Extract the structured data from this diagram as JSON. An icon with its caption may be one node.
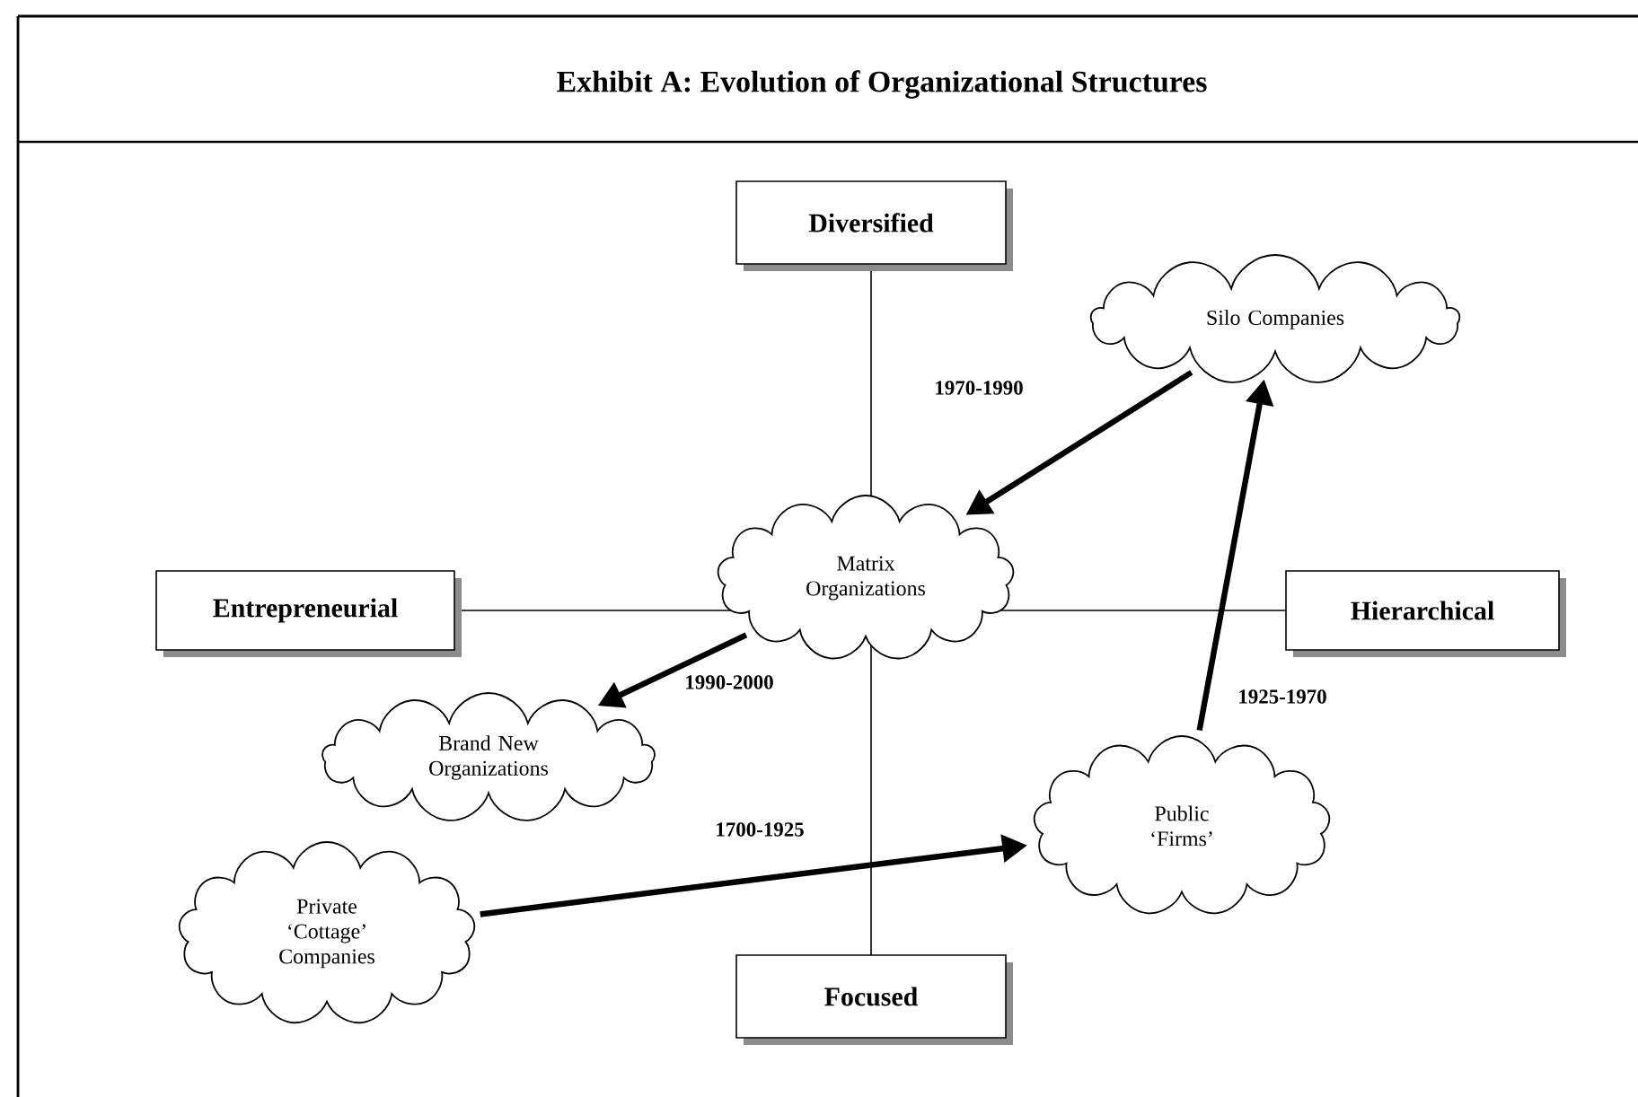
{
  "diagram": {
    "title": "Exhibit A:  Evolution of Organizational Structures",
    "nodes": [
      {
        "text": [
          "Diversified"
        ]
      },
      {
        "text": [
          "Silo Companies"
        ]
      },
      {
        "text": [
          "Matrix Organizations"
        ]
      },
      {
        "text": [
          "Entrepreneurial"
        ]
      },
      {
        "text": [
          "Hierarchical"
        ]
      },
      {
        "text": [
          "Brand New Organizations"
        ]
      },
      {
        "text": [
          "Public ‘Firms’"
        ]
      },
      {
        "text": [
          "Private ‘Cottage’ Companies"
        ]
      },
      {
        "text": [
          "Focused"
        ]
      }
    ],
    "edges": [
      {
        "from": 1,
        "to": 2,
        "arrow": "to",
        "label": "1970-1990"
      },
      {
        "from": 2,
        "to": 5,
        "arrow": "to",
        "label": "1990-2000"
      },
      {
        "from": 7,
        "to": 6,
        "arrow": "to",
        "label": "1700-1925"
      },
      {
        "from": 6,
        "to": 1,
        "arrow": "to",
        "label": "1925-1970"
      }
    ]
  }
}
